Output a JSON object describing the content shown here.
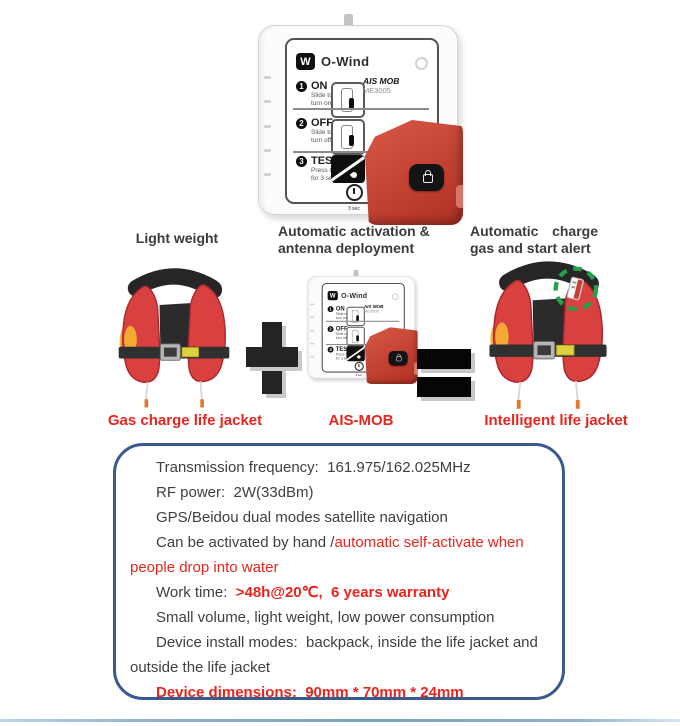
{
  "device": {
    "brand": "O-Wind",
    "logo_letter": "W",
    "model_line1": "AIS MOB",
    "model_line2": "ME3005",
    "sections": [
      {
        "num": "1",
        "label": "ON",
        "sub1": "Slide to",
        "sub2": "turn on"
      },
      {
        "num": "2",
        "label": "OFF",
        "sub1": "Slide to",
        "sub2": "turn off"
      },
      {
        "num": "3",
        "label": "TEST",
        "sub1": "Press OFF",
        "sub2": "for 3 sec"
      }
    ],
    "timer_label": "3 sec"
  },
  "features": {
    "f1": "Light weight",
    "f2": "Automatic activation & antenna deployment",
    "f3": "Automatic charge gas and start alert"
  },
  "equation": {
    "left_label": "Gas charge life jacket",
    "mid_label": "AIS-MOB",
    "right_label": "Intelligent life jacket"
  },
  "specs": {
    "lines": [
      {
        "segments": [
          {
            "text": "Transmission frequency:  161.975/162.025MHz"
          }
        ]
      },
      {
        "segments": [
          {
            "text": "RF power:  2W(33dBm)"
          }
        ]
      },
      {
        "segments": [
          {
            "text": "GPS/Beidou dual modes satellite navigation"
          }
        ]
      },
      {
        "segments": [
          {
            "text": "Can be activated by hand /"
          },
          {
            "text": "automatic self-activate when"
          }
        ]
      },
      {
        "segments": [
          {
            "text": "people drop into water"
          }
        ]
      },
      {
        "segments": [
          {
            "text": "Work time:  "
          },
          {
            "text": ">48h@20℃,  6 years warranty"
          }
        ]
      },
      {
        "segments": [
          {
            "text": "Small volume, light weight, low power consumption"
          }
        ]
      },
      {
        "segments": [
          {
            "text": "Device install modes:  backpack, inside the life jacket and"
          }
        ]
      },
      {
        "segments": [
          {
            "text": "outside the life jacket"
          }
        ]
      },
      {
        "segments": [
          {
            "text": "Device dimensions:  90mm * 70mm * 24mm"
          }
        ]
      }
    ]
  },
  "colors": {
    "accent_red_text": "#e8251d",
    "spec_border_blue": "#3a5a8c",
    "device_cover_red": "#c74536",
    "jacket_red": "#d94040",
    "highlight_green": "#22a24b",
    "body_text": "#3f3f3f"
  }
}
